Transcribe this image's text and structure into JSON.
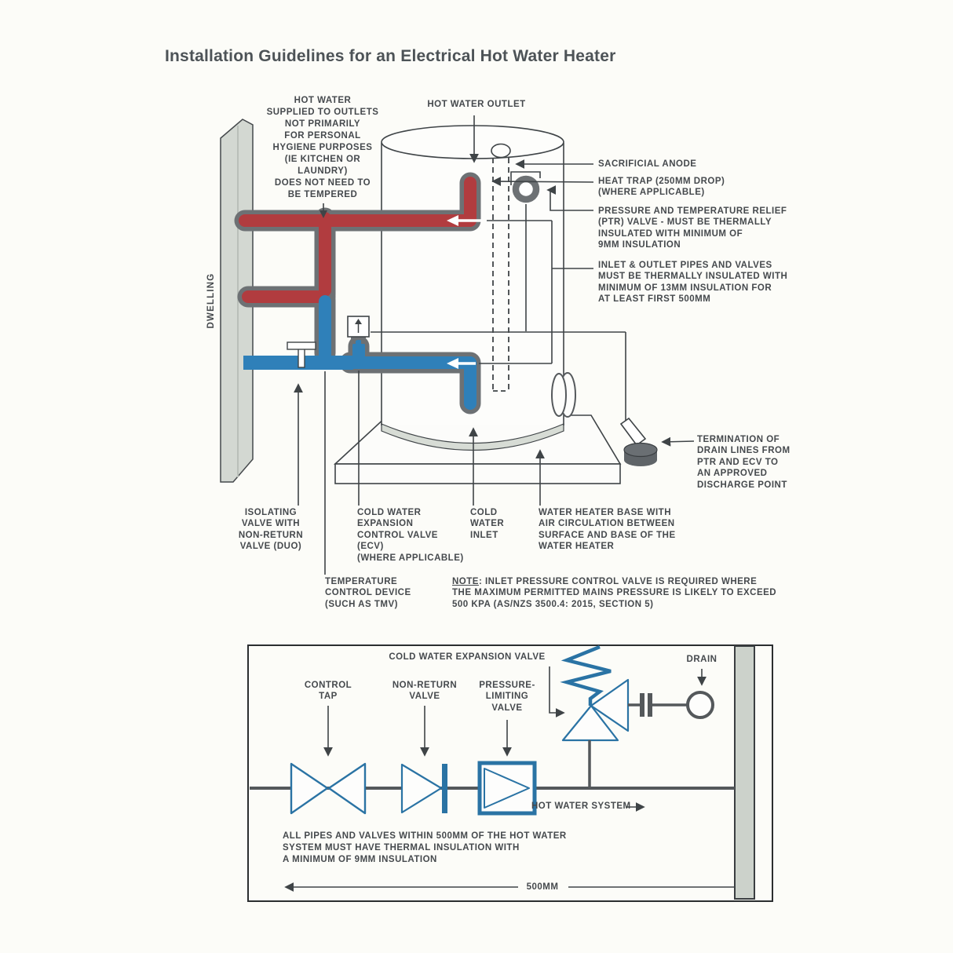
{
  "title": "Installation Guidelines for an Electrical Hot Water Heater",
  "colors": {
    "hot_pipe": "#b13c3f",
    "cold_pipe": "#2f80b9",
    "pipe_casing": "#6d7174",
    "line": "#3f4447",
    "schematic_blue": "#2a73a4",
    "wall_gray": "#d3d8d2"
  },
  "main_diagram": {
    "dwelling": "DWELLING",
    "hot_water_note": "HOT WATER\nSUPPLIED TO OUTLETS\nNOT PRIMARILY\nFOR PERSONAL\nHYGIENE PURPOSES\n(IE KITCHEN OR\nLAUNDRY)\nDOES NOT NEED TO\nBE TEMPERED",
    "hot_water_outlet": "HOT WATER OUTLET",
    "sacrificial_anode": "SACRIFICIAL ANODE",
    "heat_trap": "HEAT TRAP (250MM DROP)\n(WHERE APPLICABLE)",
    "ptr_valve": "PRESSURE AND TEMPERATURE RELIEF\n(PTR) VALVE - MUST BE THERMALLY\nINSULATED WITH MINIMUM OF\n9MM INSULATION",
    "inlet_outlet": "INLET & OUTLET PIPES AND VALVES\nMUST BE THERMALLY INSULATED WITH\nMINIMUM OF 13MM INSULATION FOR\nAT LEAST FIRST 500MM",
    "termination": "TERMINATION OF\nDRAIN LINES FROM\nPTR AND ECV TO\nAN APPROVED\nDISCHARGE POINT",
    "isolating_valve": "ISOLATING\nVALVE WITH\nNON-RETURN\nVALVE (DUO)",
    "ecv": "COLD WATER\nEXPANSION\nCONTROL VALVE\n(ECV)\n(WHERE APPLICABLE)",
    "cold_water_inlet": "COLD\nWATER\nINLET",
    "heater_base": "WATER HEATER BASE WITH\nAIR CIRCULATION BETWEEN\nSURFACE AND BASE OF THE\nWATER HEATER",
    "temp_control": "TEMPERATURE\nCONTROL DEVICE\n(SUCH AS TMV)",
    "note_label": "NOTE",
    "note_rest": ": INLET PRESSURE CONTROL VALVE IS REQUIRED WHERE\nTHE MAXIMUM PERMITTED MAINS PRESSURE IS LIKELY TO EXCEED\n500 KPA (AS/NZS 3500.4: 2015, SECTION 5)"
  },
  "bottom_diagram": {
    "cold_water_expansion_valve": "COLD WATER EXPANSION VALVE",
    "control_tap": "CONTROL\nTAP",
    "non_return_valve": "NON-RETURN\nVALVE",
    "pressure_limiting_valve": "PRESSURE-\nLIMITING\nVALVE",
    "drain": "DRAIN",
    "hot_water_system": "HOT WATER SYSTEM",
    "insulation_note": "ALL PIPES AND VALVES WITHIN 500MM OF THE HOT WATER\nSYSTEM MUST HAVE THERMAL INSULATION WITH\nA MINIMUM OF 9MM INSULATION",
    "dimension": "500MM"
  }
}
